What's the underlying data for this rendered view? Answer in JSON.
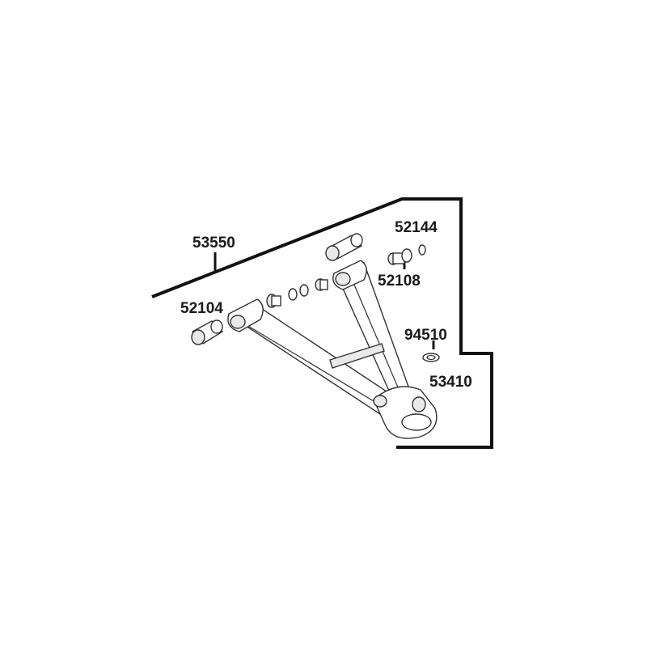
{
  "diagram": {
    "part_numbers": {
      "p53550": "53550",
      "p52104": "52104",
      "p52144": "52144",
      "p52108": "52108",
      "p94510": "94510",
      "p53410": "53410"
    },
    "colors": {
      "line": "#111111",
      "background": "#ffffff"
    }
  }
}
